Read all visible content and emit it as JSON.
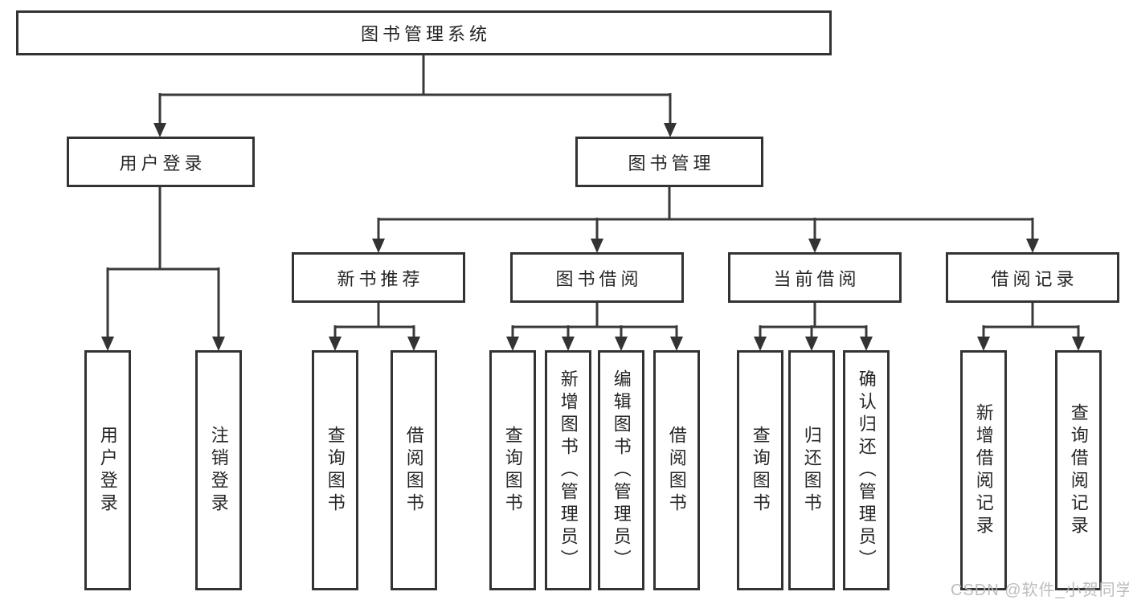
{
  "diagram": {
    "type": "hierarchy-tree",
    "tree": {
      "root": "图书管理系统",
      "branches": [
        {
          "label": "用户登录",
          "children": [
            "用户登录",
            "注销登录"
          ]
        },
        {
          "label": "图书管理",
          "groups": [
            {
              "label": "新书推荐",
              "children": [
                "查询图书",
                "借阅图书"
              ]
            },
            {
              "label": "图书借阅",
              "children": [
                "查询图书",
                "新增图书（管理员）",
                "编辑图书（管理员）",
                "借阅图书"
              ]
            },
            {
              "label": "当前借阅",
              "children": [
                "查询图书",
                "归还图书",
                "确认归还（管理员）"
              ]
            },
            {
              "label": "借阅记录",
              "children": [
                "新增借阅记录",
                "查询借阅记录"
              ]
            }
          ]
        }
      ]
    },
    "colors": {
      "background": "#ffffff",
      "line": "#3a3a3a",
      "box_border": "#333333",
      "text": "#262626",
      "watermark": "#b7b7b7"
    }
  },
  "watermark": "CSDN @软件_小贺同学"
}
